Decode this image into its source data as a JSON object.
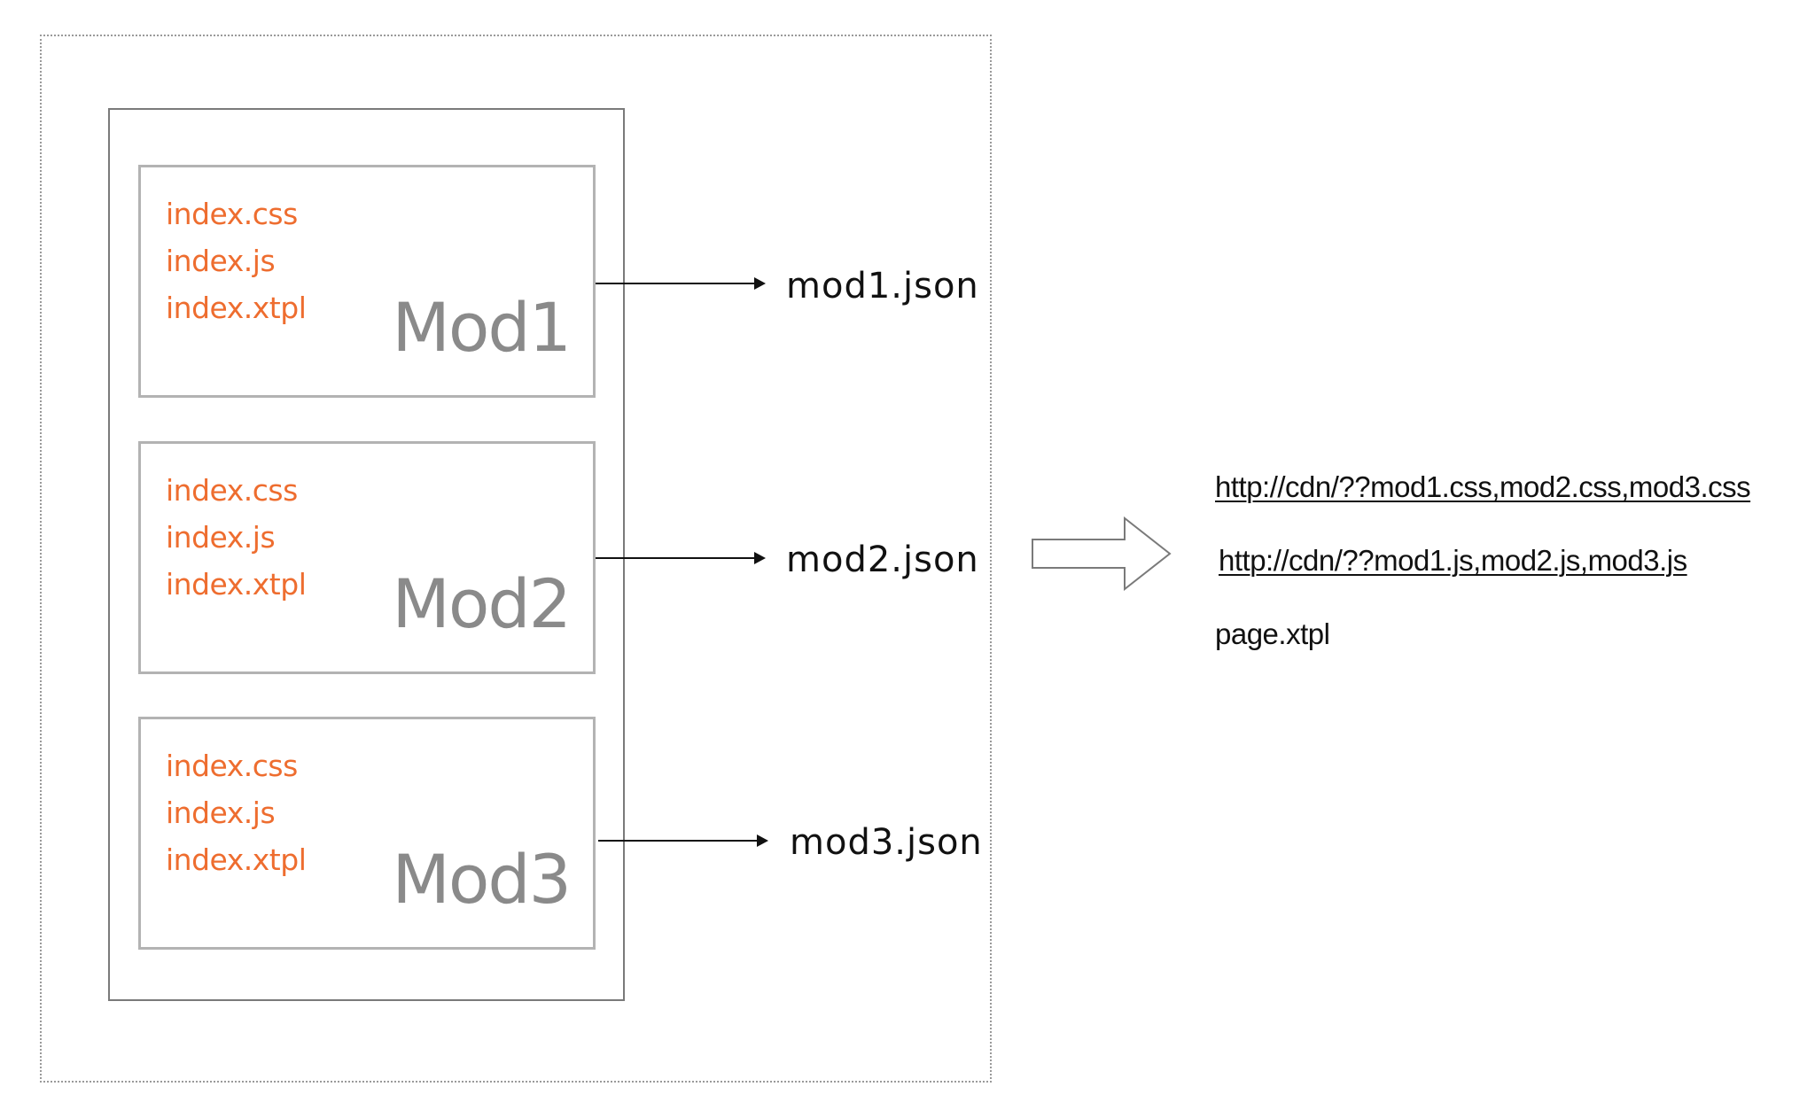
{
  "modules": [
    {
      "title": "Mod1",
      "files": [
        "index.css",
        "index.js",
        "index.xtpl"
      ],
      "json_output": "mod1.json"
    },
    {
      "title": "Mod2",
      "files": [
        "index.css",
        "index.js",
        "index.xtpl"
      ],
      "json_output": "mod2.json"
    },
    {
      "title": "Mod3",
      "files": [
        "index.css",
        "index.js",
        "index.xtpl"
      ],
      "json_output": "mod3.json"
    }
  ],
  "outputs": {
    "css_url": "http://cdn/??mod1.css,mod2.css,mod3.css",
    "js_url": "http://cdn/??mod1.js,mod2.js,mod3.js",
    "page_template": "page.xtpl"
  },
  "colors": {
    "file_text": "#ee6d2f",
    "module_title": "#8a8a8a",
    "module_border": "#b3b3b3",
    "container_border": "#7a7a7a",
    "outer_border": "#9a9a9a",
    "text": "#111111"
  },
  "icons": {
    "connector_arrow": "arrow-right-icon",
    "transform_arrow": "hollow-arrow-right-icon"
  }
}
